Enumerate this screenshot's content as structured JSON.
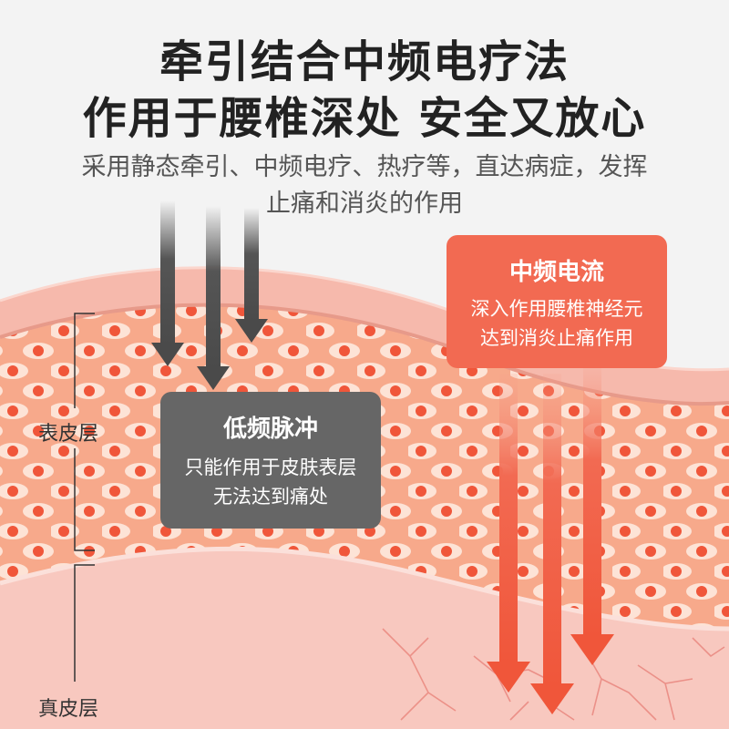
{
  "headline": {
    "line1": "牵引结合中频电疗法",
    "line2": "作用于腰椎深处 安全又放心"
  },
  "subtitle": {
    "line1": "采用静态牵引、中频电疗、热疗等，直达病症，发挥",
    "line2": "止痛和消炎的作用"
  },
  "low_freq_box": {
    "title": "低频脉冲",
    "line1": "只能作用于皮肤表层",
    "line2": "无法达到痛处",
    "color": "#666666"
  },
  "mid_freq_box": {
    "title": "中频电流",
    "line1": "深入作用腰椎神经元",
    "line2": "达到消炎止痛作用",
    "color": "#f26a52"
  },
  "layers": {
    "epidermis": "表皮层",
    "dermis": "真皮层"
  },
  "colors": {
    "skin_cells": "#f7a98b",
    "cell_nucleus": "#f0563a",
    "dermis": "#f8c8bf",
    "gray_arrow": "#555555",
    "red_arrow": "#f0563a"
  }
}
